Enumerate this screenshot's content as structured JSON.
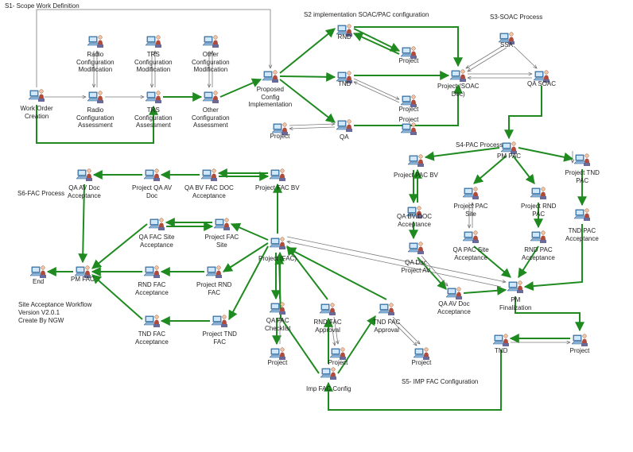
{
  "stages": {
    "s1": "S1- Scope Work Definition",
    "s2": "S2 implementation SOAC/PAC configuration",
    "s3": "S3-SOAC Process",
    "s4": "S4-PAC Process",
    "s5": "S5- IMP FAC Configuration",
    "s6": "S6-FAC Process"
  },
  "footer": [
    "Site Acceptance Workflow",
    "Version V2.0.1",
    "Create By NGW"
  ],
  "colors": {
    "flow": "#1f8a1f",
    "gray": "#7a7a7a",
    "icon_blue": "#4a8fc9"
  },
  "nodes": {
    "work_order": [
      "Work Order",
      "Creation"
    ],
    "radio_cfg_mod": [
      "Radio",
      "Configuration",
      "Modification"
    ],
    "radio_cfg_assess": [
      "Radio",
      "Configuration",
      "Assessment"
    ],
    "trs_cfg_mod": [
      "TRS",
      "Configuration",
      "Modification"
    ],
    "trs_cfg_assess": [
      "TRS",
      "Configuration",
      "Assessment"
    ],
    "other_cfg_mod": [
      "Other",
      "Configuration",
      "Modification"
    ],
    "other_cfg_assess": [
      "Other",
      "Configuration",
      "Assessment"
    ],
    "proposed_cfg": [
      "Proposed",
      "Config",
      "Implementation"
    ],
    "rnd_s2": [
      "RND"
    ],
    "tnd_s2": [
      "TND"
    ],
    "qa_s2": [
      "QA"
    ],
    "project_s2_left": [
      "Project"
    ],
    "project_s2_a": [
      "Project"
    ],
    "project_s2_b": [
      "Project"
    ],
    "project_s2_c": [
      "Project"
    ],
    "project_soac": [
      "Project (SOAC",
      "Doc)"
    ],
    "ssa": [
      "SSA"
    ],
    "qa_soac": [
      "QA SOAC"
    ],
    "pm_pac": [
      "PM PAC"
    ],
    "project_pac_bv": [
      "Project PAC BV"
    ],
    "project_tnd_pac": [
      "Project TND",
      "PAC"
    ],
    "qa_bv_doc_acc": [
      "QA BV DOC",
      "Acceptance"
    ],
    "project_pac_site": [
      "Project PAC",
      "Site"
    ],
    "project_rnd_pac": [
      "Project RND",
      "PAC"
    ],
    "tnd_pac_acc": [
      "TND PAC",
      "Acceptance"
    ],
    "qa_doc_project_av": [
      "QA Doc",
      "Project AV"
    ],
    "qa_pac_site_acc": [
      "QA PAC Site",
      "Acceptance"
    ],
    "rnd_pac_acc": [
      "RND PAC",
      "Acceptance"
    ],
    "qa_av_doc_acc_s4": [
      "QA AV Doc",
      "Acceptance"
    ],
    "pm_finalization": [
      "PM",
      "Finalization"
    ],
    "tnd_final": [
      "TND"
    ],
    "project_final": [
      "Project"
    ],
    "qa_av_doc_acc_s6": [
      "QA AV Doc",
      "Acceptance"
    ],
    "project_qa_av_doc": [
      "Project QA AV",
      "Doc"
    ],
    "qa_bv_fac_doc_acc": [
      "QA BV FAC DOC",
      "Acceptance"
    ],
    "project_fac_bv": [
      "Project FAC BV"
    ],
    "qa_fac_site_acc": [
      "QA FAC Site",
      "Acceptance"
    ],
    "project_fac_site": [
      "Project FAC",
      "Site"
    ],
    "rnd_fac_acc": [
      "RND FAC",
      "Acceptance"
    ],
    "project_rnd_fac": [
      "Project RND",
      "FAC"
    ],
    "tnd_fac_acc": [
      "TND FAC",
      "Acceptance"
    ],
    "project_tnd_fac": [
      "Project TND",
      "FAC"
    ],
    "pm_fac": [
      "PM FAC"
    ],
    "end": [
      "End"
    ],
    "project_fac": [
      "Project (FAC)"
    ],
    "qa_fac_checklist": [
      "QA FAC",
      "Checklist"
    ],
    "rnd_fac_approval": [
      "RND FAC",
      "Approval"
    ],
    "tnd_fac_approval": [
      "TND FAC",
      "Approval"
    ],
    "project_s5_a": [
      "Project"
    ],
    "project_s5_b": [
      "Project"
    ],
    "project_s5_c": [
      "Project"
    ],
    "imp_fac_config": [
      "Imp FAC Config"
    ]
  }
}
